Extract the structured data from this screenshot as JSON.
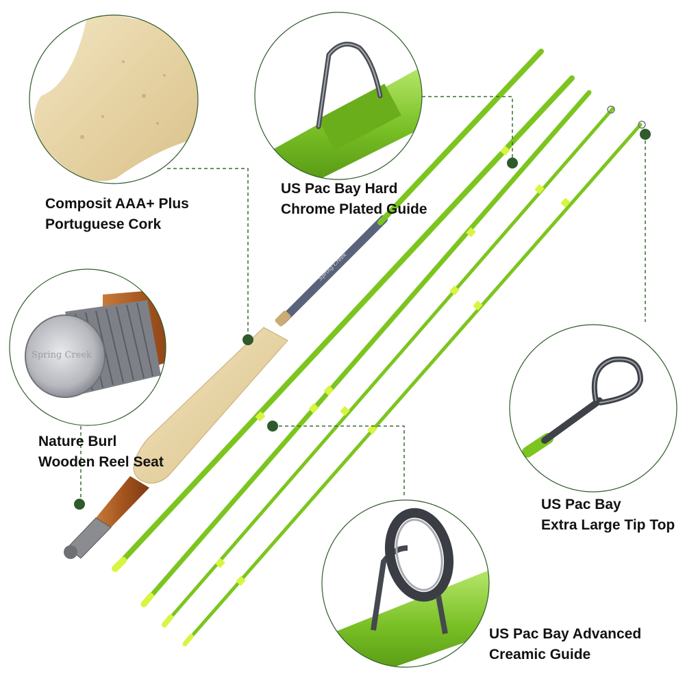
{
  "callouts": {
    "cork": {
      "line1": "Composit AAA+ Plus",
      "line2": "Portuguese Cork"
    },
    "reel_seat": {
      "line1": "Nature Burl",
      "line2": "Wooden Reel Seat",
      "engraving": "Spring Creek"
    },
    "hard_guide": {
      "line1": "US Pac Bay Hard",
      "line2": "Chrome Plated Guide"
    },
    "tip_top": {
      "line1": "US Pac Bay",
      "line2": "Extra Large Tip Top"
    },
    "ceramic_guide": {
      "line1": "US Pac Bay Advanced",
      "line2": "Creamic Guide"
    }
  },
  "rod": {
    "brand_text": "Spring Creek"
  },
  "colors": {
    "rod_green": "#7cc51f",
    "rod_highlight": "#b6ea5a",
    "thread_yellow": "#d8f540",
    "blank_grey": "#5b6478",
    "cork": "#e8d4a6",
    "wood": "#a0501c",
    "callout_dot": "#2f5a2a",
    "callout_line": "#3c6a35",
    "chrome": "#8a8c90"
  },
  "icons": [
    "cork-grip",
    "reel-seat-cap",
    "snake-guide",
    "tip-top-loop",
    "ceramic-stripper-guide"
  ]
}
